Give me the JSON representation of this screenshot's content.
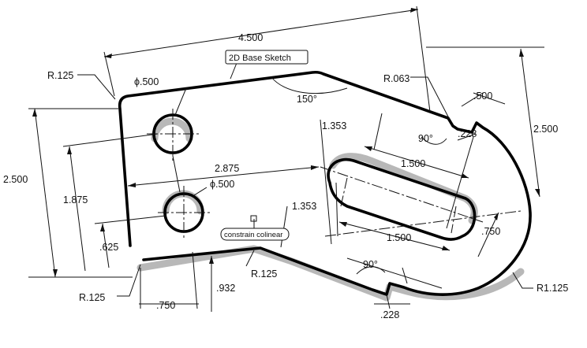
{
  "dimensions": {
    "overall_length": "4.500",
    "r_top_left": "R.125",
    "hole_dia_top": "ϕ.500",
    "hole_dia_bottom": "ϕ.500",
    "angle_top": "150°",
    "r_notch": "R.063",
    "notch_width": ".500",
    "notch_depth": ".228",
    "notch_angle": "90°",
    "height_right": "2.500",
    "height_left": "2.500",
    "hole_height_upper": "1.875",
    "hole_height_lower": ".625",
    "hole_spacing": "2.875",
    "slot_offset_top": "1.353",
    "slot_offset_lower": "1.353",
    "slot_length_top": "1.500",
    "slot_length_bottom": "1.500",
    "slot_width": ".750",
    "r_bottom_left": "R.125",
    "r_bottom_mid": "R.125",
    "bottom_offset": ".750",
    "bottom_step": ".932",
    "bottom_notch_angle": "90°",
    "bottom_notch_depth": ".228",
    "r_large": "R1.125"
  },
  "notes": {
    "base_sketch": "2D Base Sketch",
    "colinear": "constrain colinear"
  }
}
